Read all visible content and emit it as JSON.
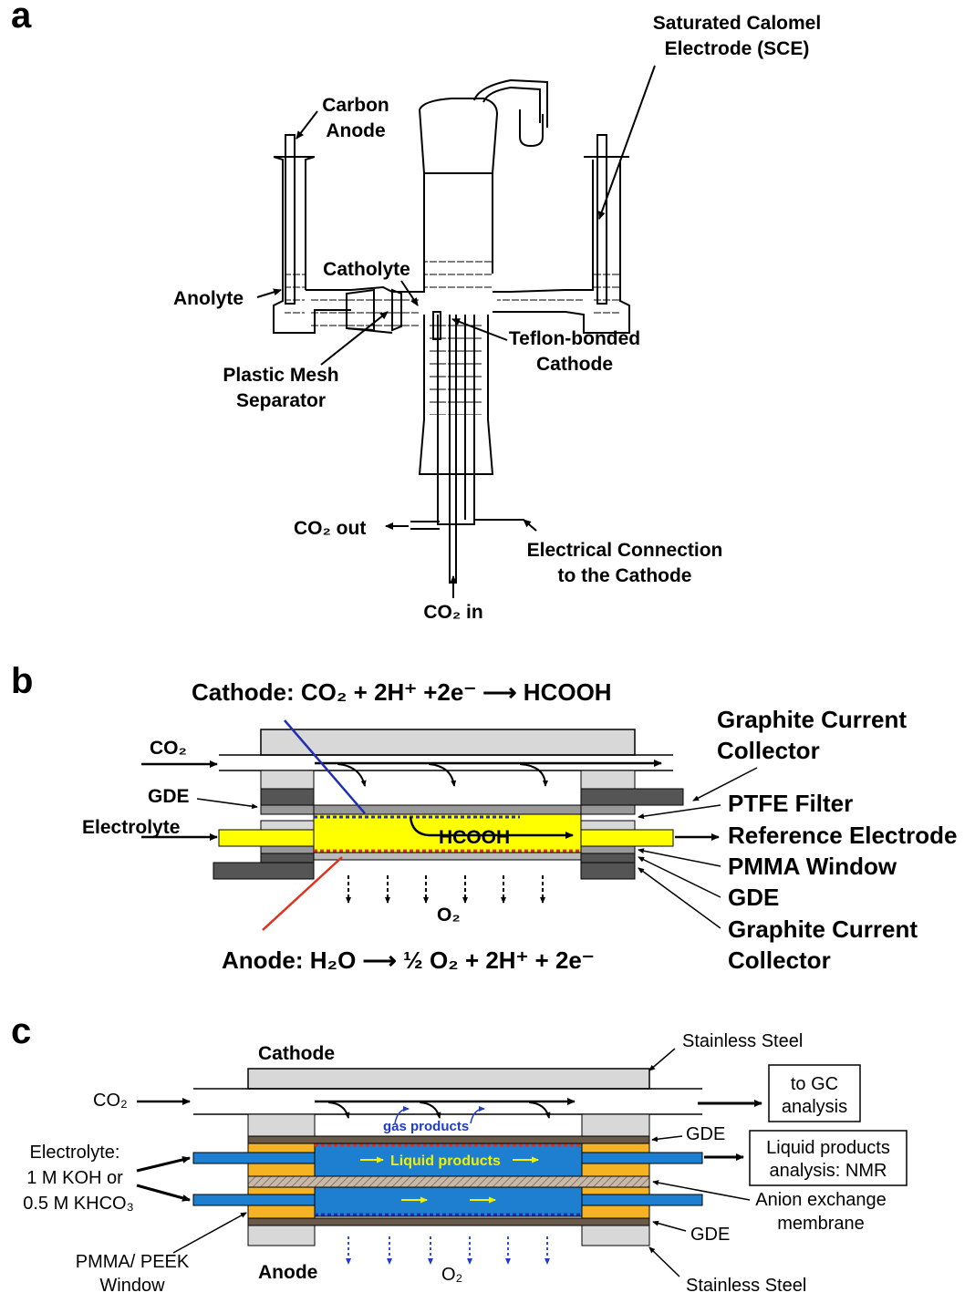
{
  "panels": {
    "a": {
      "letter": "a",
      "sce": "Saturated Calomel Electrode (SCE)",
      "sce_line1": "Saturated Calomel",
      "sce_line2": "Electrode (SCE)",
      "carbon_anode_1": "Carbon",
      "carbon_anode_2": "Anode",
      "catholyte": "Catholyte",
      "anolyte": "Anolyte",
      "teflon_1": "Teflon-bonded",
      "teflon_2": "Cathode",
      "mesh_1": "Plastic Mesh",
      "mesh_2": "Separator",
      "co2_out": "CO₂ out",
      "elec_1": "Electrical Connection",
      "elec_2": "to the Cathode",
      "co2_in": "CO₂ in"
    },
    "b": {
      "letter": "b",
      "cathode_eq": "Cathode: CO₂ + 2H⁺ +2e⁻ ⟶ HCOOH",
      "anode_eq": "Anode: H₂O ⟶ ½ O₂ + 2H⁺ + 2e⁻",
      "co2": "CO₂",
      "gde": "GDE",
      "electrolyte": "Electrolyte",
      "hcooh": "HCOOH",
      "o2": "O₂",
      "graphite_top_1": "Graphite Current",
      "graphite_top_2": "Collector",
      "ptfe": "PTFE Filter",
      "reference": "Reference Electrode",
      "pmma": "PMMA Window",
      "gde_right": "GDE",
      "graphite_bot_1": "Graphite Current",
      "graphite_bot_2": "Collector"
    },
    "c": {
      "letter": "c",
      "cathode": "Cathode",
      "anode": "Anode",
      "stainless_top": "Stainless Steel",
      "stainless_bot": "Stainless Steel",
      "co2": "CO₂",
      "to_gc_1": "to GC",
      "to_gc_2": "analysis",
      "gas_products": "gas products",
      "gde_top": "GDE",
      "gde_bot": "GDE",
      "liquid_products": "Liquid products",
      "liquid_analysis_1": "Liquid products",
      "liquid_analysis_2": "analysis: NMR",
      "electrolyte_1": "Electrolyte:",
      "electrolyte_2": "1 M KOH or",
      "electrolyte_3": "0.5 M KHCO₃",
      "membrane_1": "Anion exchange",
      "membrane_2": "membrane",
      "pmma_1": "PMMA/ PEEK",
      "pmma_2": "Window",
      "o2": "O₂"
    }
  },
  "colors": {
    "electrolyte_b": "#ffff00",
    "cathode_line_b": "#1f2fb0",
    "anode_line_b": "#e0301e",
    "electrolyte_c": "#1e7fd0",
    "gasket_c": "#f5b324",
    "gas_arrows_c": "#1f3cc8",
    "liquid_text_c": "#f0f000",
    "steel": "#d8d8d8",
    "graphite": "#555555"
  }
}
